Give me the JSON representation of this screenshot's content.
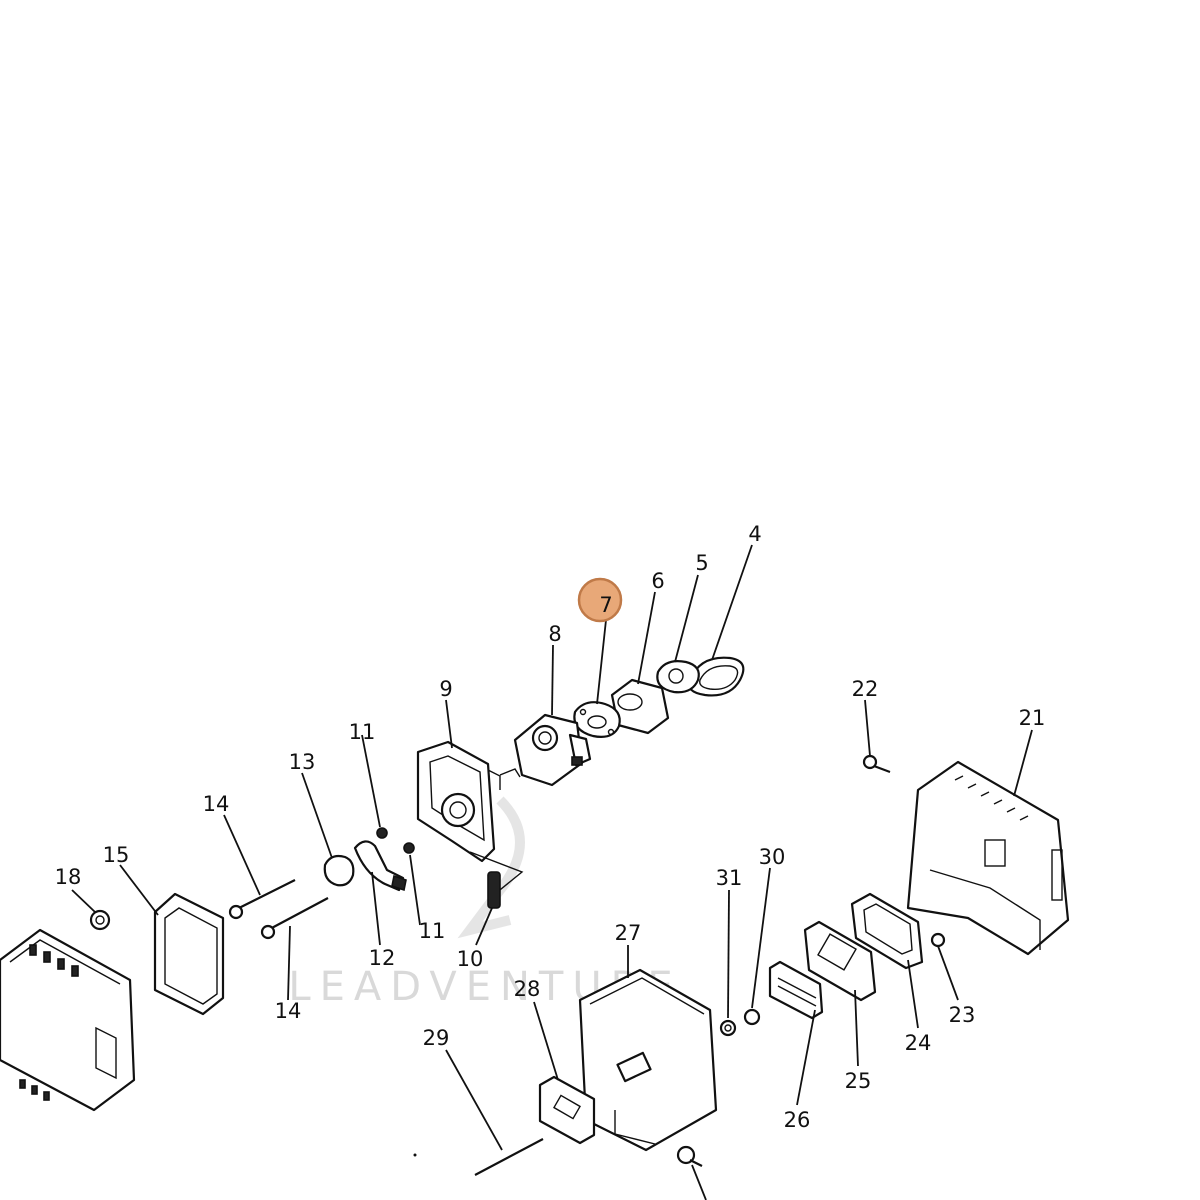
{
  "watermark": "LEADVENTURE",
  "highlight": {
    "label": "7",
    "color": "#e8a878"
  },
  "callouts": {
    "c4": "4",
    "c5": "5",
    "c6": "6",
    "c8": "8",
    "c9": "9",
    "c11a": "11",
    "c11b": "11",
    "c13": "13",
    "c14a": "14",
    "c14b": "14",
    "c15": "15",
    "c18": "18",
    "c12": "12",
    "c10": "10",
    "c22": "22",
    "c21": "21",
    "c31": "31",
    "c30": "30",
    "c27": "27",
    "c28": "28",
    "c29": "29",
    "c23": "23",
    "c24": "24",
    "c25": "25",
    "c26": "26"
  }
}
